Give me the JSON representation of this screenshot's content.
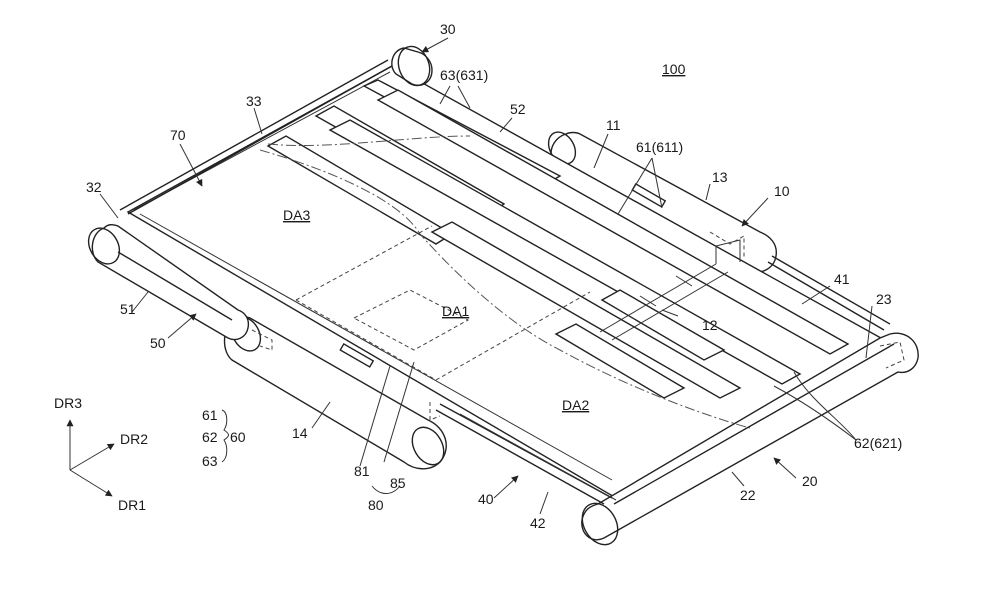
{
  "figure": {
    "figure_number": "100",
    "refs": {
      "r10": "10",
      "r11": "11",
      "r12": "12",
      "r13": "13",
      "r14": "14",
      "r20": "20",
      "r22": "22",
      "r23": "23",
      "r30": "30",
      "r32": "32",
      "r33": "33",
      "r40": "40",
      "r41": "41",
      "r42": "42",
      "r50": "50",
      "r51": "51",
      "r52": "52",
      "r61": "61(611)",
      "r62": "62(621)",
      "r63": "63(631)",
      "r70": "70",
      "r80": "80",
      "r81": "81",
      "r85": "85"
    },
    "areas": {
      "da1": "DA1",
      "da2": "DA2",
      "da3": "DA3"
    },
    "legend": {
      "item1": "61",
      "item2": "62",
      "item3": "63",
      "group": "60"
    },
    "axes": {
      "dr1": "DR1",
      "dr2": "DR2",
      "dr3": "DR3"
    }
  }
}
